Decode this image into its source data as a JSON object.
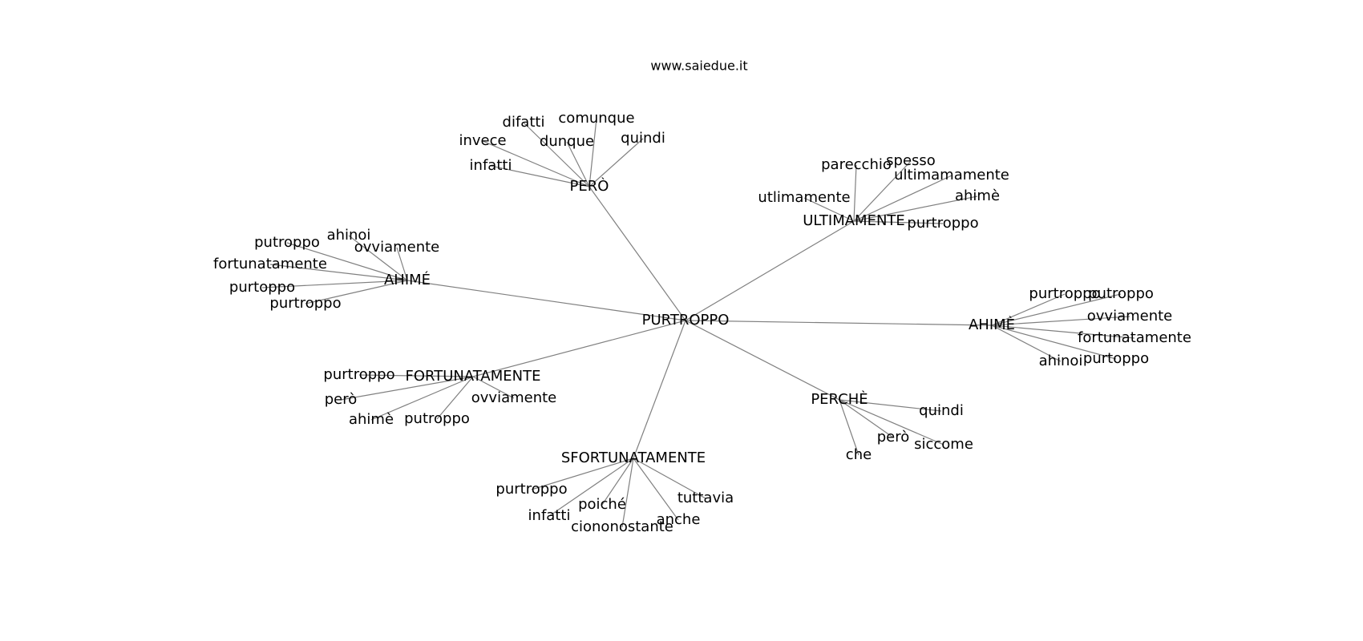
{
  "title": "www.saiedue.it",
  "colors": {
    "edge": "#808080",
    "text": "#000000",
    "background": "#ffffff"
  },
  "root": {
    "label": "PURTROPPO",
    "children": [
      {
        "label": "PERÒ",
        "children": [
          "difatti",
          "comunque",
          "invece",
          "dunque",
          "quindi",
          "infatti"
        ]
      },
      {
        "label": "ULTIMAMENTE",
        "children": [
          "parecchio",
          "spesso",
          "ultimamamente",
          "utlimamente",
          "ahimè",
          "purtroppo"
        ]
      },
      {
        "label": "AHIMÉ",
        "children": [
          "putroppo",
          "ahinoi",
          "ovviamente",
          "fortunatamente",
          "purtoppo",
          "purtroppo"
        ]
      },
      {
        "label": "AHIMÈ",
        "children": [
          "purtroppo",
          "putroppo",
          "ovviamente",
          "fortunatamente",
          "ahinoi",
          "purtoppo"
        ]
      },
      {
        "label": "FORTUNATAMENTE",
        "children": [
          "purtroppo",
          "però",
          "ovviamente",
          "ahimè",
          "putroppo"
        ]
      },
      {
        "label": "PERCHÈ",
        "children": [
          "quindi",
          "però",
          "siccome",
          "che"
        ]
      },
      {
        "label": "SFORTUNATAMENTE",
        "children": [
          "purtroppo",
          "tuttavia",
          "poiché",
          "infatti",
          "anche",
          "ciononostante"
        ]
      }
    ]
  }
}
